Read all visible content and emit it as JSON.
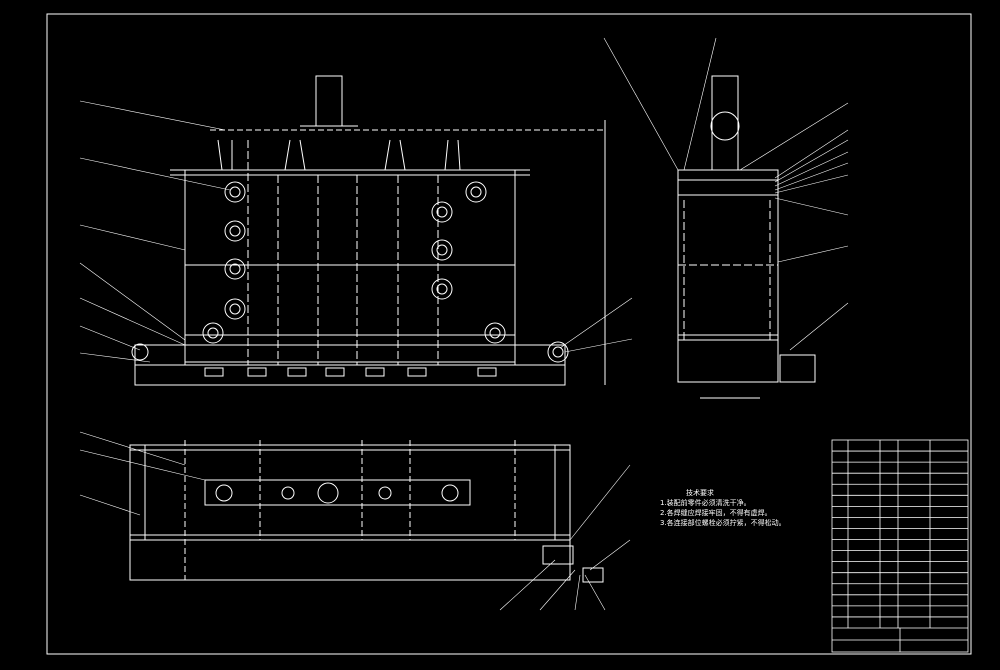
{
  "colors": {
    "background": "#000000",
    "line": "#ffffff",
    "hidden": "#cfcfcf"
  },
  "tech_requirements": {
    "title": "技术要求",
    "items": [
      "1.装配前零件必须清洗干净。",
      "2.各焊缝应焊接牢固，不得有虚焊。",
      "3.各连接部位螺栓必须拧紧，不得松动。"
    ]
  },
  "title_block": {
    "item_count": 17
  }
}
